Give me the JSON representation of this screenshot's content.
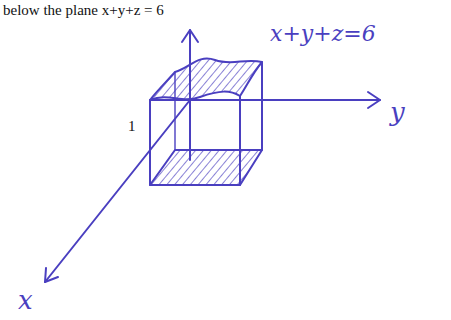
{
  "diagram": {
    "labels": [
      "below the plane x+y+z = 6",
      "1",
      "x+y+z=6",
      "y",
      "x"
    ]
  }
}
